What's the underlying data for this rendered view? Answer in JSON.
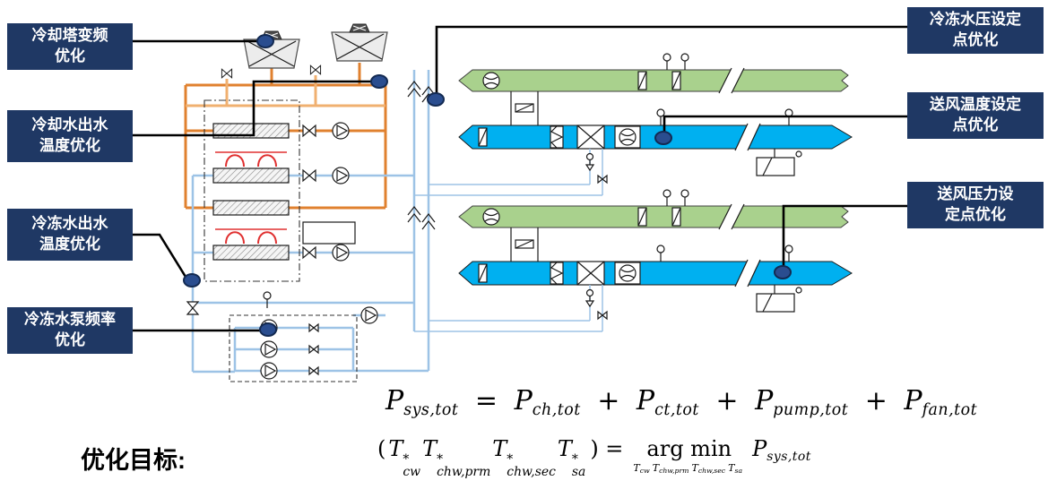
{
  "callouts": {
    "left": [
      {
        "line1": "冷却塔变频",
        "line2": "优化"
      },
      {
        "line1": "冷却水出水",
        "line2": "温度优化"
      },
      {
        "line1": "冷冻水出水",
        "line2": "温度优化"
      },
      {
        "line1": "冷冻水泵频率",
        "line2": "优化"
      }
    ],
    "right": [
      {
        "line1": "冷冻水压设定",
        "line2": "点优化"
      },
      {
        "line1": "送风温度设定",
        "line2": "点优化"
      },
      {
        "line1": "送风压力设",
        "line2": "定点优化"
      }
    ]
  },
  "goal_label": "优化目标:",
  "formulas": {
    "power_balance": {
      "P": "P",
      "sub_sys": "sys,tot",
      "eq": "=",
      "plus": "+",
      "sub_ch": "ch,tot",
      "sub_ct": "ct,tot",
      "sub_pump": "pump,tot",
      "sub_fan": "fan,tot"
    },
    "argmin": {
      "open_paren": "(",
      "T": "T",
      "star": "*",
      "sub_cw": "cw",
      "sub_chw_prm": "chw,prm",
      "sub_chw_sec": "chw,sec",
      "sub_sa": "sa",
      "close_eq": ") =",
      "argmin": "arg min",
      "under_T": "T",
      "under_cw": "cw",
      "under_chw_prm": "chw,prm",
      "under_chw_sec": "chw,sec",
      "under_sa": "sa",
      "P": "P",
      "sub_sys": "sys,tot"
    }
  },
  "colors": {
    "navy": "#1f3864",
    "node": "#2a4d8f",
    "orange": "#e0812f",
    "orange_light": "#f0b070",
    "chilled_water": "#9dc3e6",
    "supply_duct": "#00b0f0",
    "return_duct": "#a9d18d",
    "chiller_red": "#e03030"
  }
}
